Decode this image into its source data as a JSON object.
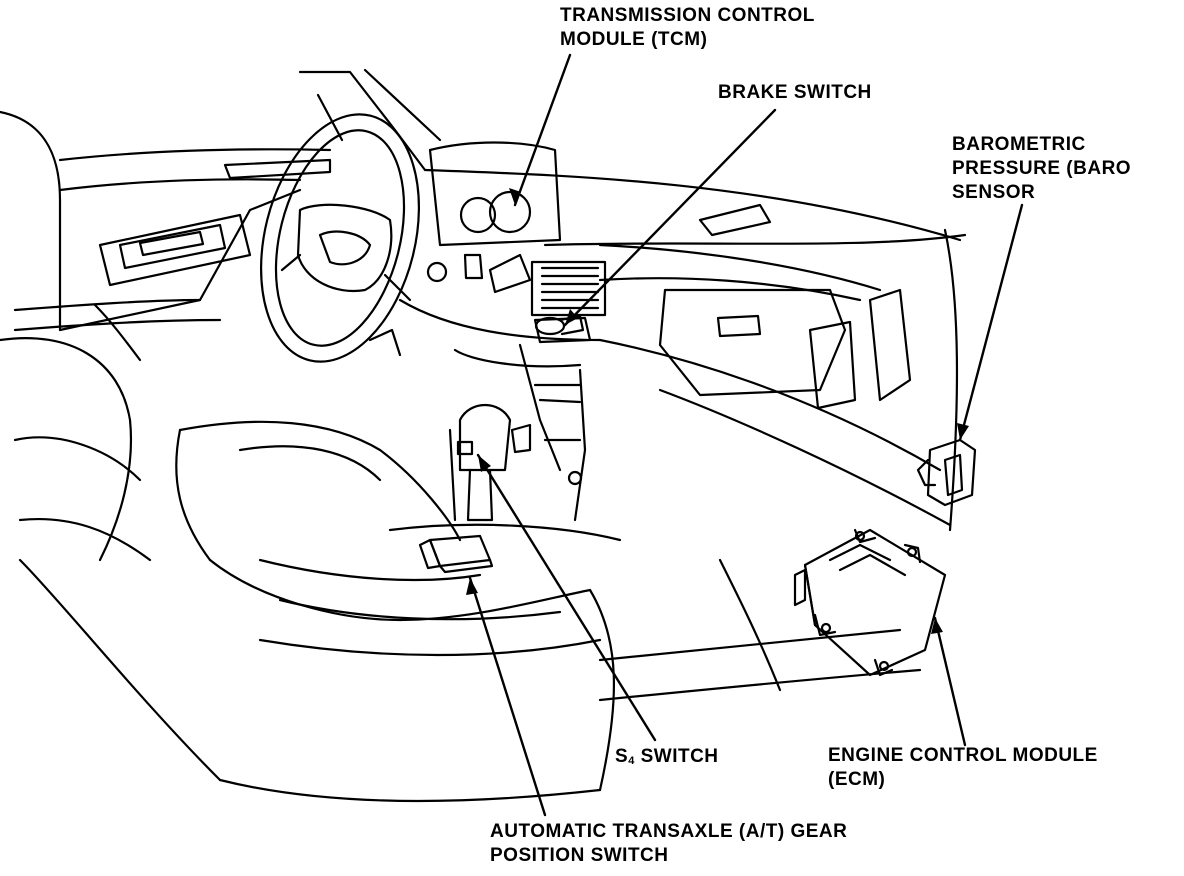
{
  "labels": {
    "tcm": [
      "TRANSMISSION CONTROL",
      "MODULE (TCM)"
    ],
    "brake": [
      "BRAKE SWITCH"
    ],
    "baro": [
      "BAROMETRIC",
      "PRESSURE (BARO",
      "SENSOR"
    ],
    "s4": {
      "prefix": "S",
      "subscript": "4",
      "rest": " SWITCH"
    },
    "ecm": [
      "ENGINE CONTROL MODULE",
      "(ECM)"
    ],
    "atgear": [
      "AUTOMATIC TRANSAXLE (A/T) GEAR",
      "POSITION SWITCH"
    ]
  },
  "colors": {
    "ink": "#000000",
    "paper": "#ffffff"
  }
}
